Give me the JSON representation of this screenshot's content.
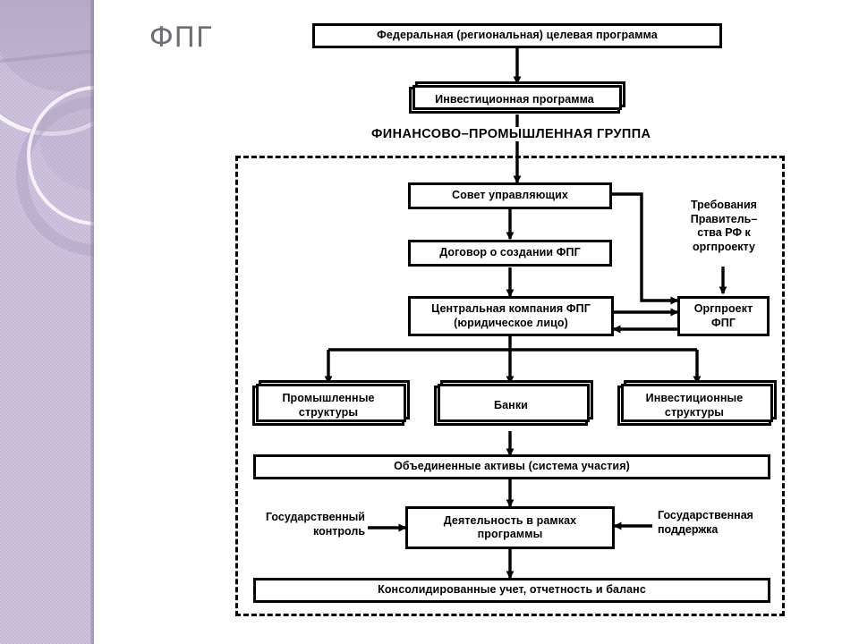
{
  "page": {
    "title": "ФПГ",
    "background_color": "#ffffff",
    "sidebar_color": "#c6b9d7",
    "title_color": "#6d6d72"
  },
  "diagram": {
    "type": "flowchart",
    "group_label": "ФИНАНСОВО–ПРОМЫШЛЕННАЯ ГРУППА",
    "nodes": {
      "federal_program": "Федеральная (региональная) целевая программа",
      "investment_program": "Инвестиционная программа",
      "board": "Совет управляющих",
      "agreement": "Договор о создании ФПГ",
      "central_company": "Центральная компания ФПГ\n(юридическое лицо)",
      "central_company_line1": "Центральная компания ФПГ",
      "central_company_line2": "(юридическое лицо)",
      "orgproject": "Оргпроект\nФПГ",
      "orgproject_line1": "Оргпроект",
      "orgproject_line2": "ФПГ",
      "requirements": "Требования\nПравитель–\nства РФ к\nоргпроекту",
      "industrial": "Промышленные\nструктуры",
      "banks": "Банки",
      "investment_structures": "Инвестиционные\nструктуры",
      "united_assets": "Объединенные активы (система участия)",
      "activity": "Деятельность в рамках\nпрограммы",
      "activity_line1": "Деятельность в рамках",
      "activity_line2": "программы",
      "state_control": "Государственный\nконтроль",
      "state_support": "Государственная\nподдержка",
      "consolidated": "Консолидированные учет, отчетность и баланс"
    },
    "edges": [
      {
        "from": "federal_program",
        "to": "investment_program",
        "kind": "arrow-down"
      },
      {
        "from": "investment_program",
        "to": "board",
        "kind": "arrow-down"
      },
      {
        "from": "board",
        "to": "agreement",
        "kind": "arrow-down"
      },
      {
        "from": "board",
        "to": "orgproject",
        "kind": "elbow-right-arrow"
      },
      {
        "from": "agreement",
        "to": "central_company",
        "kind": "arrow-down"
      },
      {
        "from": "central_company",
        "to": "orgproject",
        "kind": "arrow-right"
      },
      {
        "from": "orgproject",
        "to": "central_company",
        "kind": "arrow-left"
      },
      {
        "from": "requirements",
        "to": "orgproject",
        "kind": "arrow-down"
      },
      {
        "from": "central_company",
        "to": "industrial",
        "kind": "bus-arrow-down"
      },
      {
        "from": "central_company",
        "to": "banks",
        "kind": "bus-arrow-down"
      },
      {
        "from": "central_company",
        "to": "investment_structures",
        "kind": "bus-arrow-down"
      },
      {
        "from": "banks",
        "to": "united_assets",
        "kind": "arrow-down"
      },
      {
        "from": "united_assets",
        "to": "activity",
        "kind": "arrow-down"
      },
      {
        "from": "state_control",
        "to": "activity",
        "kind": "arrow-right"
      },
      {
        "from": "state_support",
        "to": "activity",
        "kind": "arrow-left"
      },
      {
        "from": "activity",
        "to": "consolidated",
        "kind": "arrow-down"
      }
    ]
  }
}
